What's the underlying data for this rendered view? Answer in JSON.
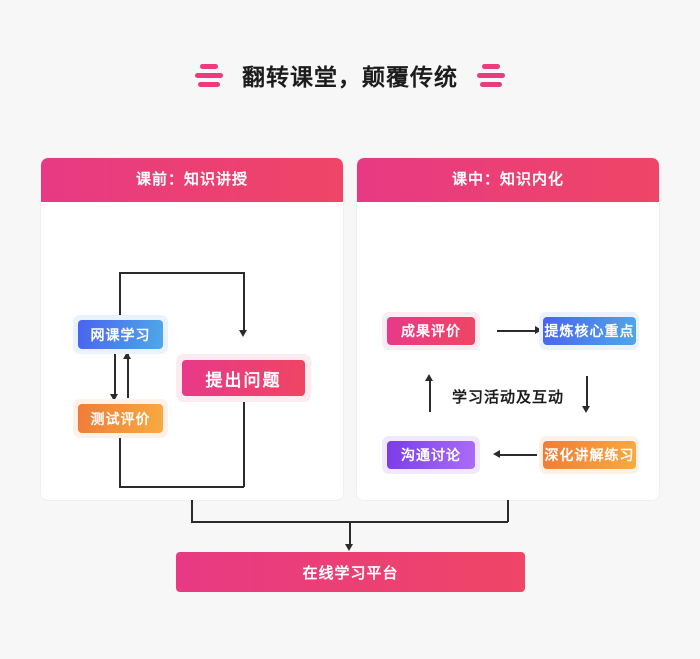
{
  "title": {
    "text": "翻转课堂，颠覆传统",
    "decoration": "three-bar-mark",
    "accent_color": "#ec3b7f"
  },
  "panels": [
    {
      "id": "pre-class",
      "header": "课前：知识讲授",
      "header_gradient": [
        "#e83a84",
        "#ef4566"
      ],
      "nodes": [
        {
          "label": "网课学习",
          "color_from": "#4a63ef",
          "color_to": "#4fa8e8",
          "halo": "#eaf2fd"
        },
        {
          "label": "测试评价",
          "color_from": "#ef7c39",
          "color_to": "#f6ab41",
          "halo": "#fdf1e8"
        },
        {
          "label": "提出问题",
          "color_from": "#e8398a",
          "color_to": "#ef4563",
          "halo": "#fdebf2"
        }
      ]
    },
    {
      "id": "in-class",
      "header": "课中：知识内化",
      "header_gradient": [
        "#e83a84",
        "#ef4566"
      ],
      "center_label": "学习活动及互动",
      "nodes": [
        {
          "label": "成果评价",
          "color_from": "#e8398a",
          "color_to": "#ef4563",
          "halo": "#fdebf2"
        },
        {
          "label": "提炼核心重点",
          "color_from": "#4a63ef",
          "color_to": "#4fa8e8",
          "halo": "#eaf2fd"
        },
        {
          "label": "沟通讨论",
          "color_from": "#7a3ce6",
          "color_to": "#ab6df6",
          "halo": "#f0e9fd"
        },
        {
          "label": "深化讲解练习",
          "color_from": "#ef7c39",
          "color_to": "#f6ab41",
          "halo": "#fdf1e8"
        }
      ]
    }
  ],
  "bottom": {
    "label": "在线学习平台",
    "gradient": [
      "#e83a84",
      "#ef4566"
    ]
  },
  "background_color": "#f7f7f7"
}
